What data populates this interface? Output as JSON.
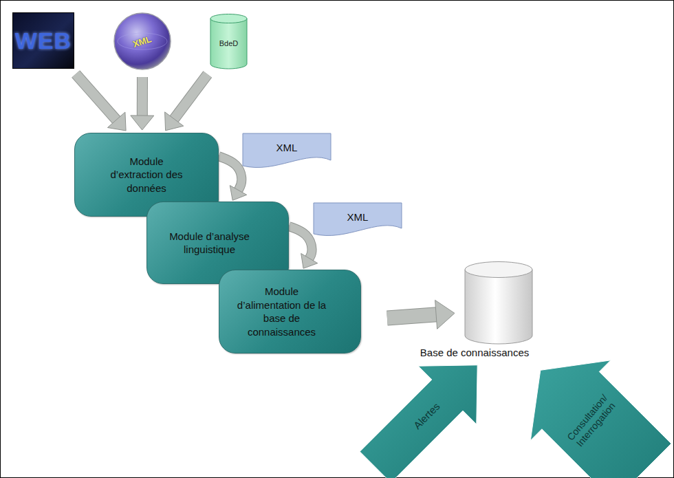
{
  "diagram": {
    "nodes": [
      {
        "text": [
          "WEB"
        ]
      },
      {
        "text": [
          "XML"
        ]
      },
      {
        "text": [
          "BdeD"
        ]
      },
      {
        "text": [
          "Module d’extraction des données"
        ]
      },
      {
        "text": [
          "XML"
        ]
      },
      {
        "text": [
          "Module d’analyse linguistique"
        ]
      },
      {
        "text": [
          "XML"
        ]
      },
      {
        "text": [
          "Module d’alimentation de la base de connaissances"
        ]
      },
      {
        "text": [
          "Base de connaissances"
        ]
      },
      {
        "text": [
          "Alertes"
        ]
      },
      {
        "text": [
          "Consultation/ Interrogation"
        ]
      }
    ],
    "edges": [
      {
        "from": 0,
        "to": 3,
        "arrow": "to"
      },
      {
        "from": 1,
        "to": 3,
        "arrow": "to"
      },
      {
        "from": 2,
        "to": 3,
        "arrow": "to"
      },
      {
        "from": 3,
        "to": 5,
        "arrow": "to"
      },
      {
        "from": 5,
        "to": 7,
        "arrow": "to"
      },
      {
        "from": 7,
        "to": 8,
        "arrow": "to"
      }
    ]
  }
}
